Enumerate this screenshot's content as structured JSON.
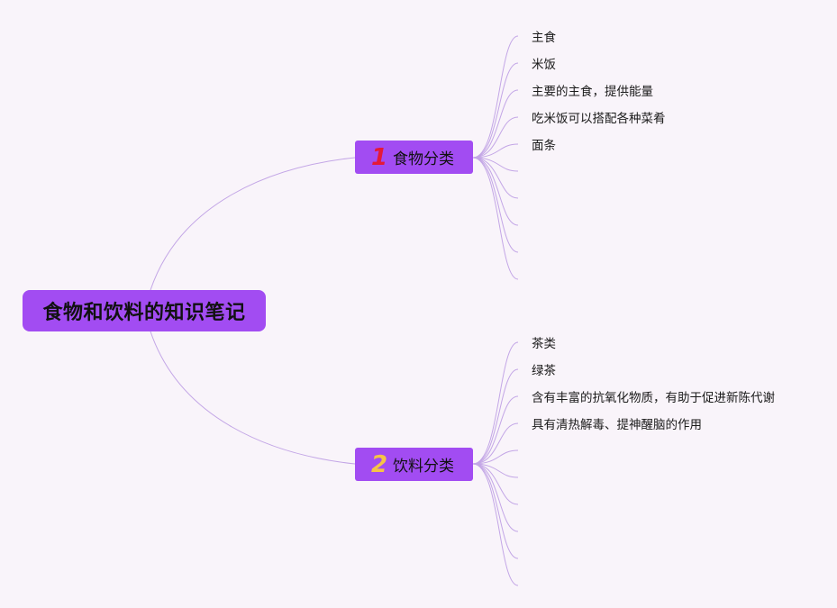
{
  "root": {
    "title": "食物和饮料的知识笔记"
  },
  "branches": [
    {
      "number": "1",
      "label": "食物分类",
      "items": [
        "主食",
        "米饭",
        "主要的主食，提供能量",
        "吃米饭可以搭配各种菜肴",
        "面条",
        "",
        "",
        "",
        "",
        ""
      ]
    },
    {
      "number": "2",
      "label": "饮料分类",
      "items": [
        "茶类",
        "绿茶",
        "含有丰富的抗氧化物质，有助于促进新陈代谢",
        "具有清热解毒、提神醒脑的作用",
        "",
        "",
        "",
        "",
        "",
        ""
      ]
    }
  ],
  "colors": {
    "background": "#f9f4fa",
    "node_fill": "#a24cf2",
    "connector": "#c3a6e6",
    "badge_1": "#e51937",
    "badge_2": "#f6c445"
  }
}
